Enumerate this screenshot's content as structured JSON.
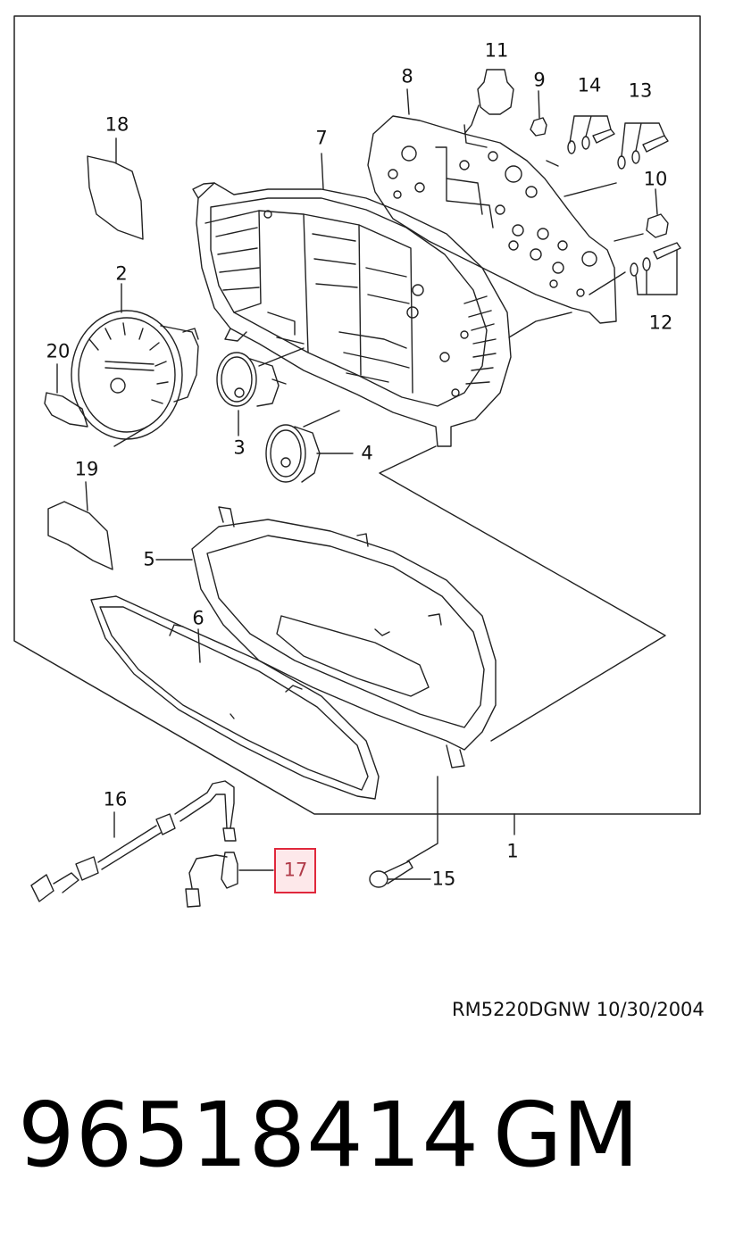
{
  "callouts": [
    {
      "id": "1",
      "text": "1"
    },
    {
      "id": "2",
      "text": "2"
    },
    {
      "id": "3",
      "text": "3"
    },
    {
      "id": "4",
      "text": "4"
    },
    {
      "id": "5",
      "text": "5"
    },
    {
      "id": "6",
      "text": "6"
    },
    {
      "id": "7",
      "text": "7"
    },
    {
      "id": "8",
      "text": "8"
    },
    {
      "id": "9",
      "text": "9"
    },
    {
      "id": "10",
      "text": "10"
    },
    {
      "id": "11",
      "text": "11"
    },
    {
      "id": "12",
      "text": "12"
    },
    {
      "id": "13",
      "text": "13"
    },
    {
      "id": "14",
      "text": "14"
    },
    {
      "id": "15",
      "text": "15"
    },
    {
      "id": "16",
      "text": "16"
    },
    {
      "id": "17",
      "text": "17"
    },
    {
      "id": "18",
      "text": "18"
    },
    {
      "id": "19",
      "text": "19"
    },
    {
      "id": "20",
      "text": "20"
    }
  ],
  "highlighted_callout": "17",
  "highlight_color": "#e0283c",
  "reference": "RM5220DGNW  10/30/2004",
  "part_number": "96518414",
  "brand": "GM"
}
